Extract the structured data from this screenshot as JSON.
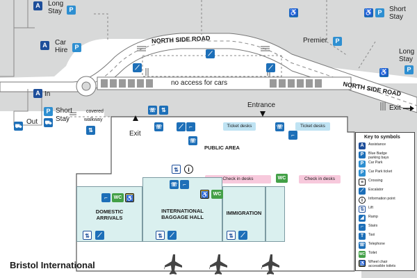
{
  "map": {
    "title": "Bristol International",
    "roads": [
      "NORTH SIDE ROAD",
      "NORTH SIDE ROAD"
    ],
    "no_access": "no access for cars",
    "entrance": "Entrance",
    "exit_terminal": "Exit",
    "exit_road": "Exit",
    "covered_walkway": [
      "covered",
      "walkway"
    ],
    "area_public": "PUBLIC AREA",
    "ticket_desks": "Ticket desks",
    "checkin_desks": "Check in desks",
    "rooms": {
      "domestic": "DOMESTIC\nARRIVALS",
      "international": "INTERNATIONAL\nBAGGAGE HALL",
      "immigration": "IMMIGRATION"
    },
    "car_parks": {
      "long_stay_left": [
        "Long",
        "Stay"
      ],
      "car_hire": [
        "Car",
        "Hire"
      ],
      "in_label": "In",
      "out_label": "Out",
      "short_stay_left": [
        "Short",
        "Stay"
      ],
      "short_stay_right": [
        "Short",
        "Stay"
      ],
      "premier": "Premier",
      "long_stay_right": [
        "Long",
        "Stay"
      ]
    },
    "icon_letters": {
      "assistance": "A",
      "parking": "P",
      "wc": "WC",
      "info": "i"
    }
  },
  "legend": {
    "title": "Key to symbols",
    "items": [
      {
        "icon": "assistance-icon",
        "letter": "A",
        "label": "Assistance"
      },
      {
        "icon": "blue-badge-icon",
        "letter": "P",
        "label": "Blue Badge\nparking bays"
      },
      {
        "icon": "car-park-icon",
        "letter": "P",
        "label": "Car Park"
      },
      {
        "icon": "car-park-ticket-icon",
        "letter": "P",
        "label": "Car Park ticket"
      },
      {
        "icon": "crossing-icon",
        "letter": "≡",
        "label": "Crossing"
      },
      {
        "icon": "escalator-icon",
        "letter": "⟋",
        "label": "Escalator"
      },
      {
        "icon": "information-icon",
        "letter": "i",
        "label": "Information point"
      },
      {
        "icon": "lift-icon",
        "letter": "⇅",
        "label": "Lift"
      },
      {
        "icon": "ramp-icon",
        "letter": "◢",
        "label": "Ramp"
      },
      {
        "icon": "stairs-icon",
        "letter": "⌐",
        "label": "Stairs"
      },
      {
        "icon": "taxi-icon",
        "letter": "T",
        "label": "Taxi"
      },
      {
        "icon": "telephone-icon",
        "letter": "☏",
        "label": "Telephone"
      },
      {
        "icon": "toilet-icon",
        "letter": "WC",
        "label": "Toilet"
      },
      {
        "icon": "wheelchair-toilet-icon",
        "letter": "♿",
        "label": "Wheel chair\naccessible toilets"
      }
    ]
  },
  "colors": {
    "ground": "#d7d8d8",
    "road": "#ffffff",
    "terminal": "#ffffff",
    "room_fill": "#daf0ef",
    "ticket_desk": "#bfe3f3",
    "checkin_desk": "#f7c9dc",
    "assistance_blue": "#1d4e9a",
    "parking_blue": "#2e8fd1",
    "wc_green": "#43a047",
    "wheelchair_yellow": "#f3c623"
  }
}
